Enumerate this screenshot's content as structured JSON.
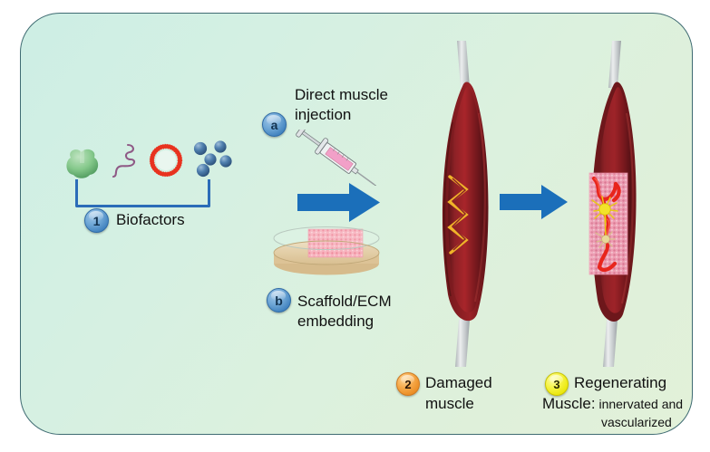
{
  "figure": {
    "type": "scientific-schematic",
    "subject": "Muscle regeneration therapy workflow",
    "panel_bg_start": "#cdeee4",
    "panel_bg_end": "#e2f1d9",
    "panel_border": "#3f6b72",
    "arrow_color": "#1b6fba"
  },
  "steps": {
    "one": {
      "badge": "1",
      "badge_color": "#3d7fbd",
      "label": "Biofactors"
    },
    "two": {
      "badge": "2",
      "badge_color": "#e8861b",
      "label_line1": "Damaged",
      "label_line2": "muscle"
    },
    "three": {
      "badge": "3",
      "badge_color": "#e8e400",
      "label_line1": "Regenerating",
      "label_line2": "Muscle:",
      "label_line2_small": "innervated and",
      "label_line3_small": "vascularized"
    }
  },
  "routes": {
    "a": {
      "badge": "a",
      "badge_color": "#3d7fbd",
      "label_line1": "Direct muscle",
      "label_line2": "injection"
    },
    "b": {
      "badge": "b",
      "badge_color": "#3d7fbd",
      "label_line1": "Scaffold/ECM",
      "label_line2": "embedding"
    }
  },
  "biofactors_items": [
    {
      "name": "protein-growth-factor",
      "color": "#6fbf7f"
    },
    {
      "name": "nucleic-acid-strand",
      "color": "#8f5a86"
    },
    {
      "name": "liposome-vesicle",
      "color": "#e8321f"
    },
    {
      "name": "nanoparticles",
      "color": "#3d6ea8",
      "count": 5
    }
  ],
  "graphics": {
    "syringe": {
      "barrel_fill": "#f2a0c8",
      "body": "#d8dde0"
    },
    "petri_dish": {
      "dish_fill": "#e3cda4",
      "scaffold_fill": "#f6aab4"
    },
    "muscle_damaged": {
      "belly": "#8d1f24",
      "tendon": "#c9cdcf",
      "tear": "#f0b429"
    },
    "muscle_regenerating": {
      "belly": "#8d1f24",
      "tendon": "#c9cdcf",
      "graft": "#f4a7bd",
      "vessels": "#e8251c",
      "neurons": "#f2e32b"
    }
  }
}
